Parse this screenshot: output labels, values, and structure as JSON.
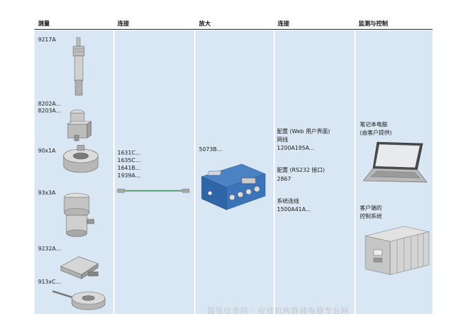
{
  "headers": [
    "测量",
    "连接",
    "放大",
    "连接",
    "监测与控制"
  ],
  "sensors": {
    "s1": "9217A",
    "s2a": "8202A...",
    "s2b": "8203A...",
    "s3": "90x1A",
    "s4": "93x3A",
    "s5": "9232A...",
    "s6": "913xC..."
  },
  "cables": [
    "1631C...",
    "1635C...",
    "1641B...",
    "1939A..."
  ],
  "amplifier": "5073B...",
  "config": {
    "web_title": "配置 (Web 用户界面)",
    "web_sub": "网线",
    "web_part": "1200A195A...",
    "rs_title": "配置 (RS232 接口)",
    "rs_part": "2867",
    "sys_title": "系统连线",
    "sys_part": "1500A41A..."
  },
  "monitor": {
    "laptop_l1": "笔记本电脑",
    "laptop_l2": "(由客户提供)",
    "ctrl_l1": "客户端的",
    "ctrl_l2": "控制系统"
  },
  "watermark": "国信仪表网 · 在线机构器械电器专业网"
}
